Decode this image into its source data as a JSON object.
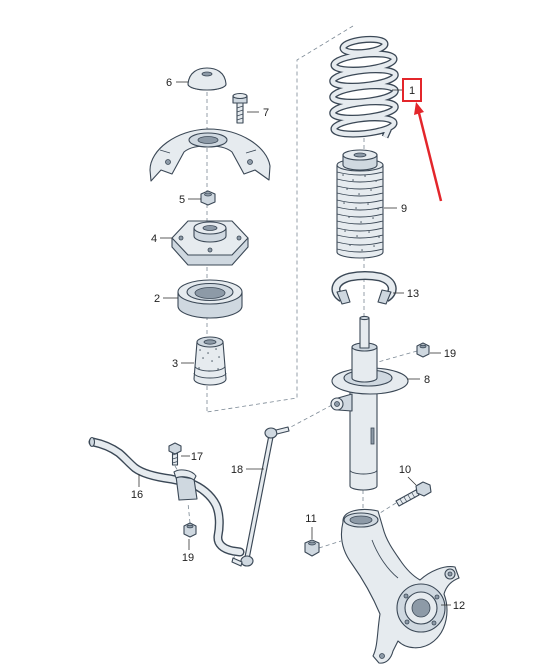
{
  "callouts": [
    "1",
    "9",
    "13",
    "19",
    "8",
    "10",
    "11",
    "12",
    "18",
    "16",
    "17",
    "19",
    "6",
    "7",
    "5",
    "4",
    "2",
    "3"
  ],
  "colors": {
    "highlight": "#e3262b",
    "outline": "#3b4856",
    "part_fill": "#e6ebef"
  }
}
